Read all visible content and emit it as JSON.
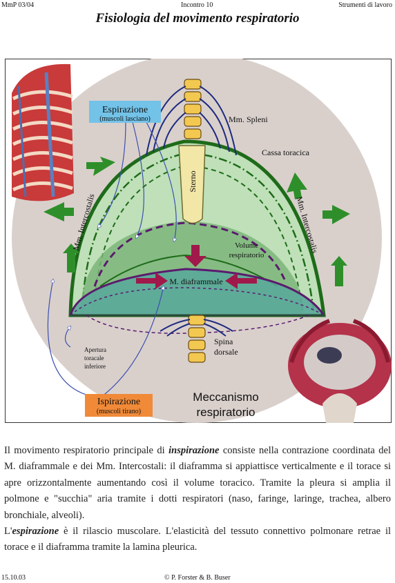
{
  "header": {
    "left": "MmP 03/04",
    "center": "Incontro 10",
    "right": "Strumenti di lavoro"
  },
  "title": "Fisiologia del movimento respiratorio",
  "figure": {
    "labels": {
      "espirazione": "Espirazione",
      "espirazione_sub": "(muscoli lasciano)",
      "spleni": "Mm. Spleni",
      "cassa": "Cassa toracica",
      "sterno": "Sterno",
      "intercostalis_left": "Mm. Intercostalis",
      "intercostalis_right": "Mm. Intercostalis",
      "volume_1": "Volume",
      "volume_2": "respiratorio",
      "diaframmale": "M. diaframmale",
      "apertura_1": "Apertura",
      "apertura_2": "toracale",
      "apertura_3": "inferiore",
      "spina_1": "Spina",
      "spina_2": "dorsale",
      "ispirazione": "Ispirazione",
      "ispirazione_sub": "(muscoli tirano)",
      "meccanismo_1": "Meccanismo",
      "meccanismo_2": "respiratorio"
    },
    "colors": {
      "background_disc": "#d9d0cc",
      "thorax_fill": "#bfe0b8",
      "dark_green": "#1e6b1a",
      "arrow_green": "#2e8f2a",
      "lung_fill": "#7bb579",
      "diaphragm_fill": "#5aa89a",
      "purple": "#5b1a6e",
      "arrow_red": "#a0194a",
      "sternum": "#f2e7a6",
      "vertebra": "#f2c850",
      "nerve_blue": "#1e2a80",
      "exp_box": "#73c2e8",
      "insp_box": "#f08a38"
    }
  },
  "body": {
    "p1_a": "Il movimento respiratorio principale di ",
    "p1_b": "inspirazione",
    "p1_c": " consiste nella contrazione coordinata del M. diaframmale e dei Mm. Intercostali: il diaframma si appiattisce verticalmente e il torace si apre orizzontalmente aumentando così il volume toracico. Tramite la pleura si amplia il polmone e \"succhia\" aria tramite i dotti respiratori (naso, faringe, laringe, trachea, albero bronchiale, alveoli).",
    "p2_a": "L'",
    "p2_b": "espirazione",
    "p2_c": " è il rilascio muscolare. L'elasticità del tessuto connettivo polmonare retrae il torace e il diaframma tramite la lamina pleurica."
  },
  "footer": {
    "left": "15.10.03",
    "center": "© P. Forster & B. Buser"
  }
}
